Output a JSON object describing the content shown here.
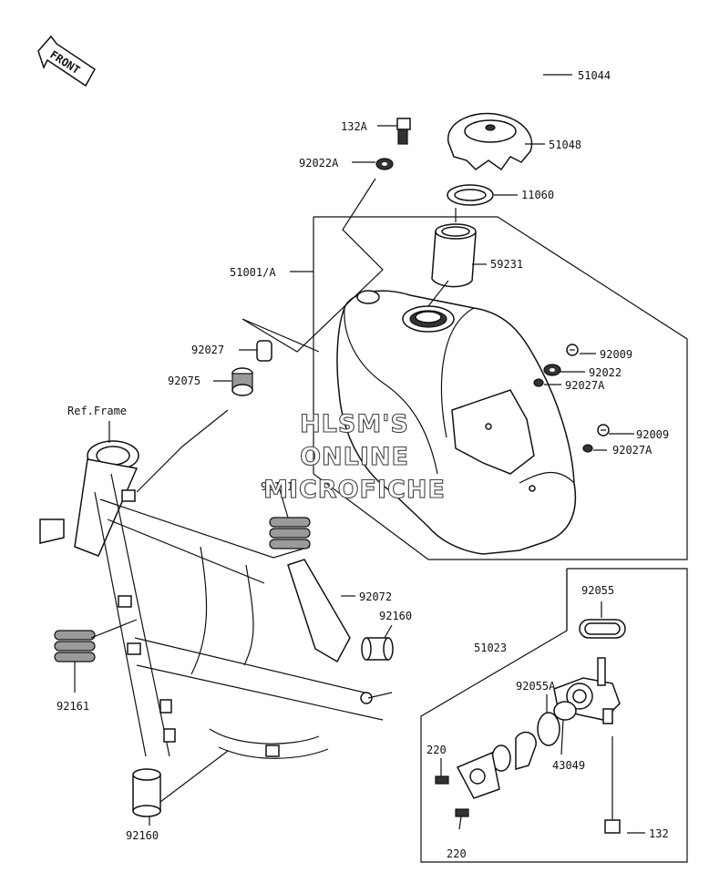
{
  "front_arrow": {
    "text": "FRONT"
  },
  "frame_ref": "Ref.Frame",
  "watermark": [
    "HLSM'S",
    "ONLINE",
    "MICROFICHE"
  ],
  "callouts": [
    "51044",
    "51048",
    "132A",
    "92022A",
    "11060",
    "51001/A",
    "59231",
    "92009",
    "92022",
    "92027A",
    "92027",
    "92075",
    "92009",
    "92027A",
    "92161",
    "92072",
    "92160",
    "92161",
    "92055",
    "51023",
    "92055A",
    "220",
    "43049",
    "220",
    "132",
    "92160"
  ]
}
